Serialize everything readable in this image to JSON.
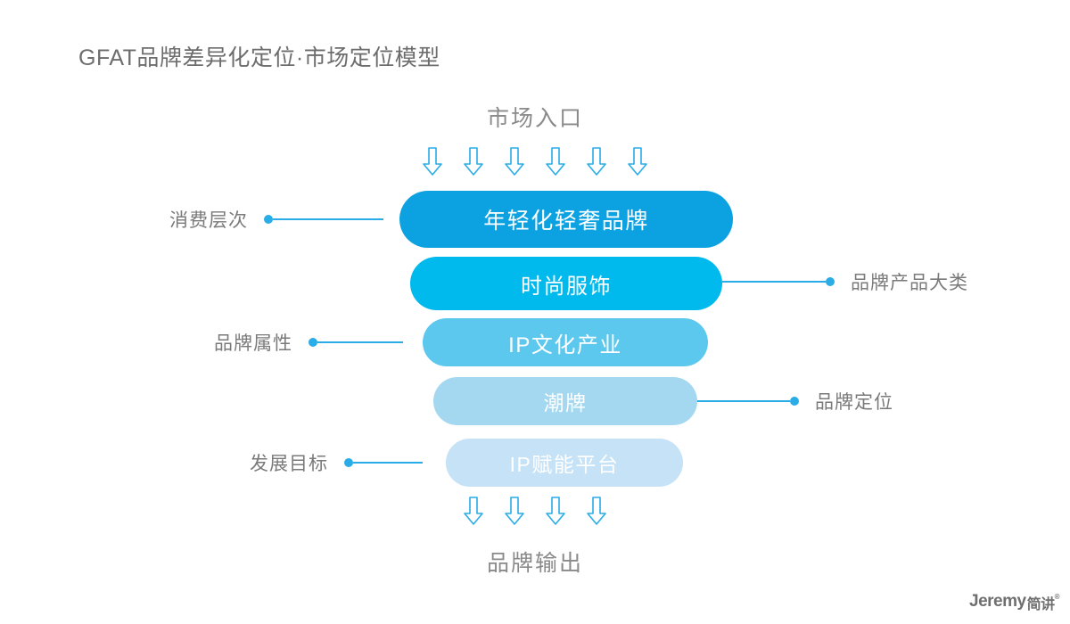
{
  "page": {
    "title": "GFAT品牌差异化定位·市场定位模型",
    "background": "#ffffff"
  },
  "funnel": {
    "entry_label": "市场入口",
    "exit_label": "品牌输出",
    "top_arrow_count": 6,
    "bottom_arrow_count": 4,
    "arrow_icon": "arrow-down-outline-icon",
    "arrow_color": "#2AACE8",
    "stages": [
      {
        "label": "年轻化轻奢品牌",
        "color": "#0CA2E2",
        "callout": "消费层次",
        "callout_side": "left"
      },
      {
        "label": "时尚服饰",
        "color": "#00B9ED",
        "callout": "品牌产品大类",
        "callout_side": "right"
      },
      {
        "label": "IP文化产业",
        "color": "#5CC8EE",
        "callout": "品牌属性",
        "callout_side": "left"
      },
      {
        "label": "潮牌",
        "color": "#A4D8F1",
        "callout": "品牌定位",
        "callout_side": "right"
      },
      {
        "label": "IP赋能平台",
        "color": "#C6E2F6",
        "callout": "发展目标",
        "callout_side": "left"
      }
    ]
  },
  "brand": {
    "name_latin": "Jeremy",
    "name_cn": "简讲",
    "registered_mark": "®"
  },
  "colors": {
    "title_text": "#6d6d6d",
    "label_text": "#7a7a7a",
    "cap_text": "#8a8a8a",
    "connector": "#2AACE8"
  }
}
